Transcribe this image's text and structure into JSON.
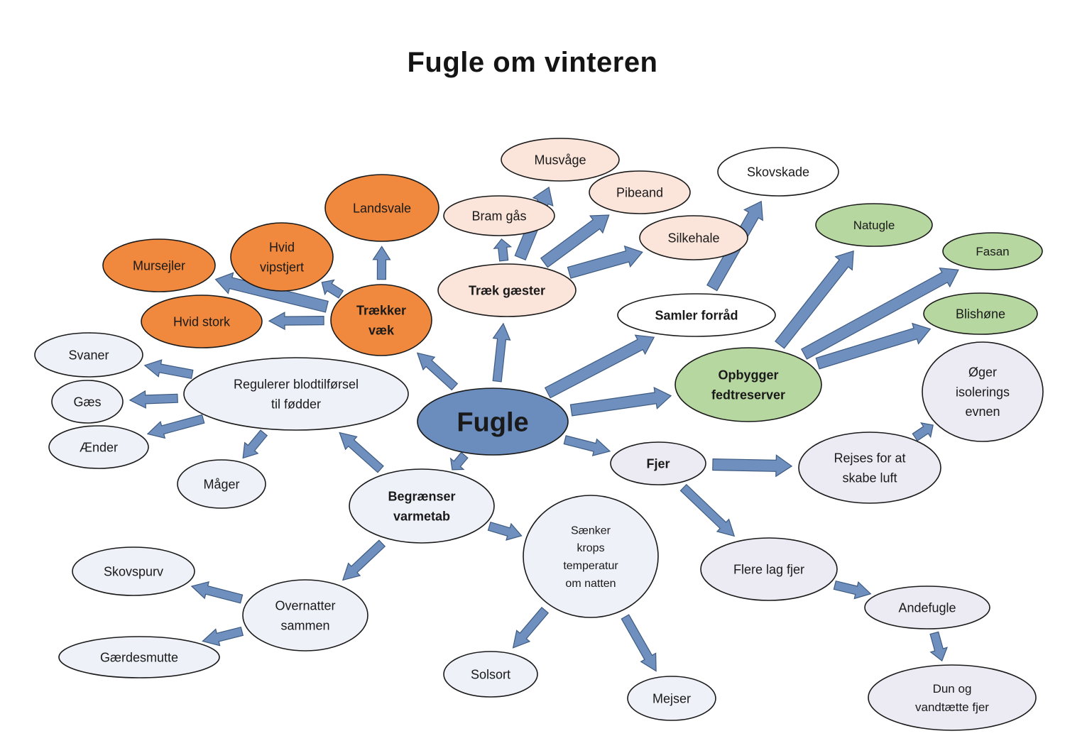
{
  "title": "Fugle om vinteren",
  "colors": {
    "arrow": "#6f8fbf",
    "arrow_stroke": "#3d5a80",
    "outline": "#1a1a1a",
    "center": "#6a8dbd",
    "orange": "#f0883d",
    "peach": "#fbe4da",
    "white": "#ffffff",
    "green": "#b7d7a0",
    "pale_blue": "#eef1f8",
    "pale_lavender": "#ecebf3"
  },
  "nodes": {
    "fugle": {
      "lines": [
        "Fugle"
      ],
      "style": "center",
      "bold": true
    },
    "trakker_vak": {
      "lines": [
        "Trækker",
        "væk"
      ],
      "style": "orange",
      "bold": true
    },
    "landsvale": {
      "lines": [
        "Landsvale"
      ],
      "style": "orange"
    },
    "hvid_vipstjert": {
      "lines": [
        "Hvid",
        "vipstjert"
      ],
      "style": "orange"
    },
    "mursejler": {
      "lines": [
        "Mursejler"
      ],
      "style": "orange"
    },
    "hvid_stork": {
      "lines": [
        "Hvid stork"
      ],
      "style": "orange"
    },
    "trak_gaster": {
      "lines": [
        "Træk gæster"
      ],
      "style": "peach",
      "bold": true
    },
    "bram_gas": {
      "lines": [
        "Bram gås"
      ],
      "style": "peach"
    },
    "musvage": {
      "lines": [
        "Musvåge"
      ],
      "style": "peach"
    },
    "pibeand": {
      "lines": [
        "Pibeand"
      ],
      "style": "peach"
    },
    "silkehale": {
      "lines": [
        "Silkehale"
      ],
      "style": "peach"
    },
    "samler_forrad": {
      "lines": [
        "Samler forråd"
      ],
      "style": "white",
      "bold": true
    },
    "skovskade": {
      "lines": [
        "Skovskade"
      ],
      "style": "white"
    },
    "opbygger": {
      "lines": [
        "Opbygger",
        "fedtreserver"
      ],
      "style": "green",
      "bold": true
    },
    "natugle": {
      "lines": [
        "Natugle"
      ],
      "style": "green"
    },
    "fasan": {
      "lines": [
        "Fasan"
      ],
      "style": "green"
    },
    "blishone": {
      "lines": [
        "Blishøne"
      ],
      "style": "green"
    },
    "regulerer": {
      "lines": [
        "Regulerer blodtilførsel",
        "til fødder"
      ],
      "style": "pale_blue"
    },
    "svaner": {
      "lines": [
        "Svaner"
      ],
      "style": "pale_blue"
    },
    "gas": {
      "lines": [
        "Gæs"
      ],
      "style": "pale_blue"
    },
    "ander": {
      "lines": [
        "Ænder"
      ],
      "style": "pale_blue"
    },
    "mager": {
      "lines": [
        "Måger"
      ],
      "style": "pale_blue"
    },
    "begranser": {
      "lines": [
        "Begrænser",
        "varmetab"
      ],
      "style": "pale_blue",
      "bold": true
    },
    "overnatter": {
      "lines": [
        "Overnatter",
        "sammen"
      ],
      "style": "pale_blue"
    },
    "skovspurv": {
      "lines": [
        "Skovspurv"
      ],
      "style": "pale_blue"
    },
    "gardesmutte": {
      "lines": [
        "Gærdesmutte"
      ],
      "style": "pale_blue"
    },
    "sanker": {
      "lines": [
        "Sænker",
        "krops",
        "temperatur",
        "om natten"
      ],
      "style": "pale_blue"
    },
    "solsort": {
      "lines": [
        "Solsort"
      ],
      "style": "pale_blue"
    },
    "mejser": {
      "lines": [
        "Mejser"
      ],
      "style": "pale_blue"
    },
    "fjer": {
      "lines": [
        "Fjer"
      ],
      "style": "pale_lavender",
      "bold": true
    },
    "rejses": {
      "lines": [
        "Rejses for at",
        "skabe luft"
      ],
      "style": "pale_lavender"
    },
    "oger": {
      "lines": [
        "Øger",
        "isolerings",
        "evnen"
      ],
      "style": "pale_lavender"
    },
    "flere_lag": {
      "lines": [
        "Flere lag fjer"
      ],
      "style": "pale_lavender"
    },
    "andefugle": {
      "lines": [
        "Andefugle"
      ],
      "style": "pale_lavender"
    },
    "dun": {
      "lines": [
        "Dun og",
        "vandtætte fjer"
      ],
      "style": "pale_lavender"
    }
  },
  "edges": [
    [
      "fugle",
      "trakker_vak"
    ],
    [
      "fugle",
      "trak_gaster"
    ],
    [
      "fugle",
      "samler_forrad"
    ],
    [
      "fugle",
      "opbygger"
    ],
    [
      "fugle",
      "fjer"
    ],
    [
      "fugle",
      "begranser"
    ],
    [
      "trakker_vak",
      "landsvale"
    ],
    [
      "trakker_vak",
      "hvid_vipstjert"
    ],
    [
      "trakker_vak",
      "mursejler"
    ],
    [
      "trakker_vak",
      "hvid_stork"
    ],
    [
      "trak_gaster",
      "bram_gas"
    ],
    [
      "trak_gaster",
      "musvage"
    ],
    [
      "trak_gaster",
      "pibeand"
    ],
    [
      "trak_gaster",
      "silkehale"
    ],
    [
      "samler_forrad",
      "skovskade"
    ],
    [
      "opbygger",
      "natugle"
    ],
    [
      "opbygger",
      "fasan"
    ],
    [
      "opbygger",
      "blishone"
    ],
    [
      "begranser",
      "regulerer"
    ],
    [
      "begranser",
      "overnatter"
    ],
    [
      "begranser",
      "sanker"
    ],
    [
      "regulerer",
      "svaner"
    ],
    [
      "regulerer",
      "gas"
    ],
    [
      "regulerer",
      "ander"
    ],
    [
      "regulerer",
      "mager"
    ],
    [
      "overnatter",
      "skovspurv"
    ],
    [
      "overnatter",
      "gardesmutte"
    ],
    [
      "sanker",
      "solsort"
    ],
    [
      "sanker",
      "mejser"
    ],
    [
      "fjer",
      "rejses"
    ],
    [
      "fjer",
      "flere_lag"
    ],
    [
      "rejses",
      "oger"
    ],
    [
      "flere_lag",
      "andefugle"
    ],
    [
      "andefugle",
      "dun"
    ]
  ]
}
